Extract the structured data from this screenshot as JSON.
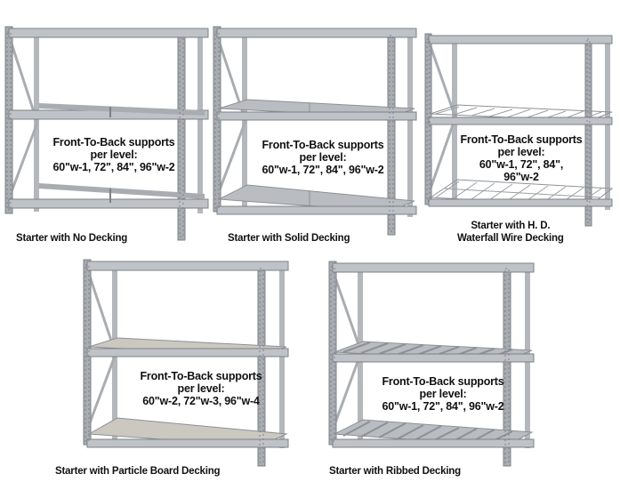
{
  "colors": {
    "steel": "#a9adb2",
    "steel_dark": "#7d8186",
    "steel_light": "#cfd2d5",
    "deck": "#b9bcc0",
    "board": "#cbc8c0"
  },
  "shelves": [
    {
      "id": "no-decking",
      "caption": [
        "Starter with No Decking"
      ],
      "supports": [
        "Front-To-Back supports",
        "per level:",
        "60\"w-1, 72\", 84\", 96\"w-2"
      ]
    },
    {
      "id": "solid-decking",
      "caption": [
        "Starter with Solid Decking"
      ],
      "supports": [
        "Front-To-Back supports",
        "per level:",
        "60\"w-1, 72\", 84\", 96\"w-2"
      ]
    },
    {
      "id": "wire-decking",
      "caption": [
        "Starter with H. D.",
        "Waterfall Wire Decking"
      ],
      "supports": [
        "Front-To-Back supports",
        "per level:",
        "60\"w-1, 72\", 84\",",
        "96\"w-2"
      ]
    },
    {
      "id": "particle-board-decking",
      "caption": [
        "Starter with Particle Board Decking"
      ],
      "supports": [
        "Front-To-Back supports",
        "per level:",
        "60\"w-2, 72\"w-3, 96\"w-4"
      ]
    },
    {
      "id": "ribbed-decking",
      "caption": [
        "Starter with Ribbed Decking"
      ],
      "supports": [
        "Front-To-Back supports",
        "per level:",
        "60\"w-1, 72\", 84\", 96\"w-2"
      ]
    }
  ]
}
